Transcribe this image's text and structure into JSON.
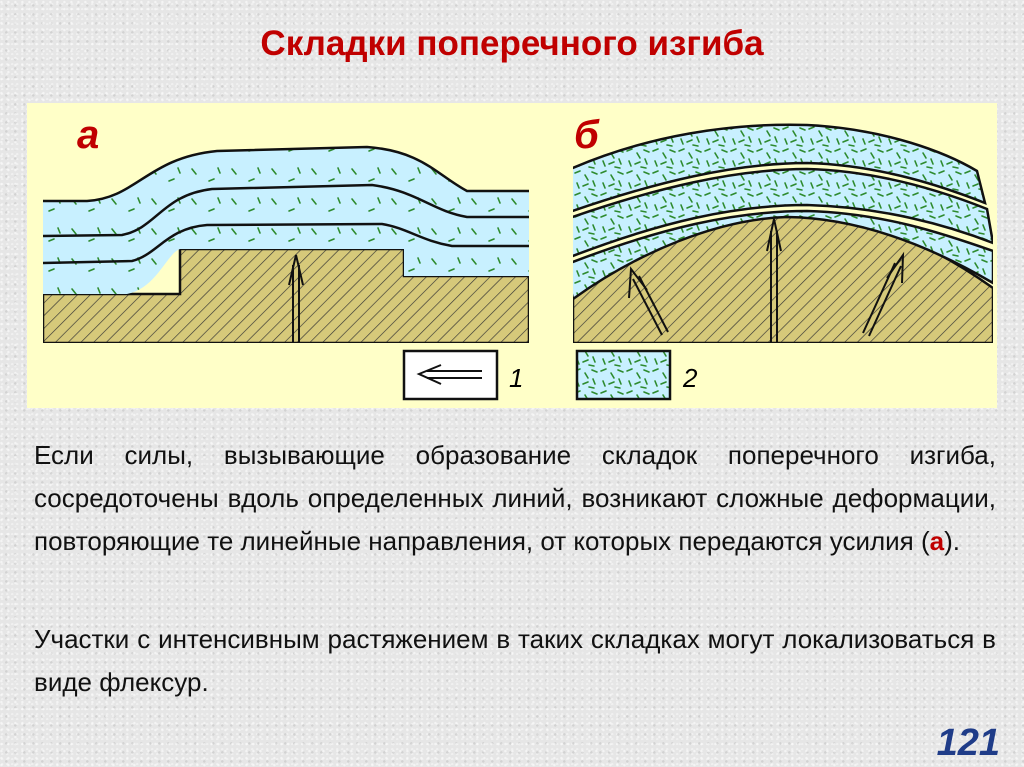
{
  "slide": {
    "title": "Складки поперечного изгиба",
    "page_number": "121"
  },
  "figure": {
    "panel_a_label": "а",
    "panel_b_label": "б",
    "legend": [
      {
        "number": "1",
        "icon": "arrow-left-icon"
      },
      {
        "number": "2",
        "icon": "dashes-pattern-icon"
      }
    ],
    "colors": {
      "background": "#ffffc8",
      "layer": "#c8f0ff",
      "ground": "#d6c97a",
      "hatch": "#333333",
      "dashes": "#2e8b2e",
      "accent": "#c00000"
    }
  },
  "body": {
    "paragraph1_text": "Если силы, вызывающие образование складок поперечного изгиба, сосредоточены вдоль определенных линий, возникают сложные деформации, повторяющие те линейные направления, от которых передаются усилия (",
    "paragraph1_highlight": "а",
    "paragraph1_end": ").",
    "paragraph2": "Участки с интенсивным растяжением в таких складках могут локализоваться в виде флексур."
  }
}
